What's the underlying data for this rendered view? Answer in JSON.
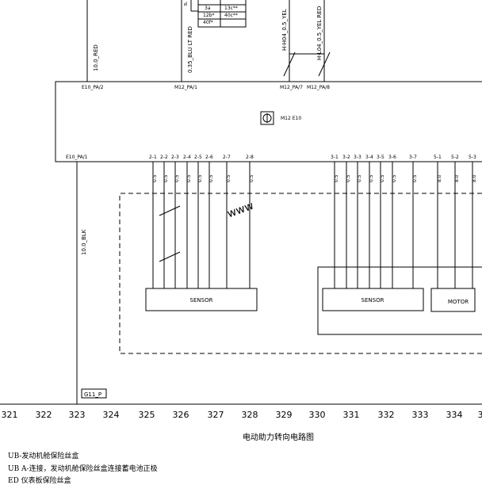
{
  "top_table": {
    "rows": [
      [
        "3a",
        "13c**"
      ],
      [
        "12b*",
        "40c**"
      ],
      [
        "40f*",
        ""
      ]
    ]
  },
  "wires_top": {
    "red": "10.0_RED",
    "blu_lt_red": "0.35_BLU LT RED",
    "yel": "H-H04_0.5_YEL",
    "yel_red": "H-L04_0.5_YEL RED",
    "small_label": "3L"
  },
  "pins_top": {
    "e10_pa2": "E10_PA/2",
    "m12_pa1": "M12_PA/1",
    "m12_pa7": "M12_PA/7",
    "m12_pa8": "M12_PA/8"
  },
  "module": {
    "label": "M12  E10",
    "left_pin": "E10_PA/1"
  },
  "pins_left": [
    "2-1",
    "2-2",
    "2-3",
    "2-4",
    "2-5",
    "2-6",
    "2-7",
    "2-8"
  ],
  "pins_mid": [
    "3-1",
    "3-2",
    "3-3",
    "3-4",
    "3-5",
    "3-6",
    "3-7"
  ],
  "pins_right": [
    "5-1",
    "5-2",
    "5-3"
  ],
  "gauge_left": [
    "0.5",
    "0.5",
    "0.5",
    "0.5",
    "0.5",
    "0.5",
    "0.5",
    "0.5"
  ],
  "gauge_mid": [
    "0.5",
    "0.5",
    "0.5",
    "0.5",
    "0.5",
    "0.5",
    "0.5"
  ],
  "gauge_right": [
    "8.0",
    "8.0",
    "8.0"
  ],
  "blk_wire": "10.0_BLK",
  "ground": "G11_P",
  "sensor_left": "SENSOR",
  "sensor_right": "SENSOR",
  "motor": "MOTOR",
  "watermark": "www",
  "axis_numbers": [
    "321",
    "322",
    "323",
    "324",
    "325",
    "326",
    "327",
    "328",
    "329",
    "330",
    "331",
    "332",
    "333",
    "334",
    "3"
  ],
  "caption": "电动助力转向电路图",
  "legend": [
    "UB-发动机舱保险丝盒",
    "UB A-连接，发动机舱保险丝盒连接蓄电池正极",
    "ED 仪表板保险丝盒"
  ]
}
